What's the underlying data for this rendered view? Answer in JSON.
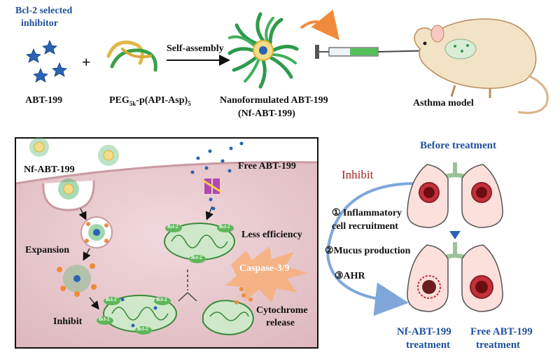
{
  "top": {
    "inhibitor_line1": "Bcl-2 selected",
    "inhibitor_line2": "inhibitor",
    "abt_label": "ABT-199",
    "plus": "+",
    "peg_main": "PEG",
    "peg_sub1": "5k",
    "peg_mid": "-p(API-Asp)",
    "peg_sub2": "5",
    "self_assembly": "Self-assembly",
    "nano_line1": "Nanoformulated ABT-199",
    "nano_line2": "(Nf-ABT-199)",
    "asthma": "Asthma model"
  },
  "cell": {
    "nf_label": "Nf-ABT-199",
    "free_label": "Free ABT-199",
    "expansion": "Expansion",
    "inhibit": "Inhibit",
    "less_efficiency": "Less efficiency",
    "caspase": "Caspase-3/9",
    "cyto_line1": "Cytochrome",
    "cyto_line2": "release",
    "bcl2": "Bcl-2"
  },
  "right": {
    "before": "Before treatment",
    "inhibit": "Inhibit",
    "item1_line1": "① Inflammatory",
    "item1_line2": "cell recruitment",
    "item2": "②Mucus production",
    "item3": "③AHR",
    "nf_line1": "Nf-ABT-199",
    "nf_line2": "treatment",
    "free_line1": "Free ABT-199",
    "free_line2": "treatment"
  },
  "colors": {
    "star_blue": "#2a63b5",
    "cell_pink": "#e8cbd0",
    "mito_green": "#5fb65a",
    "lung_fill": "#fbe0dc",
    "title_blue": "#1f4f9c",
    "inhibit_red": "#a3262a",
    "caspase_orange": "#f6b07d"
  }
}
